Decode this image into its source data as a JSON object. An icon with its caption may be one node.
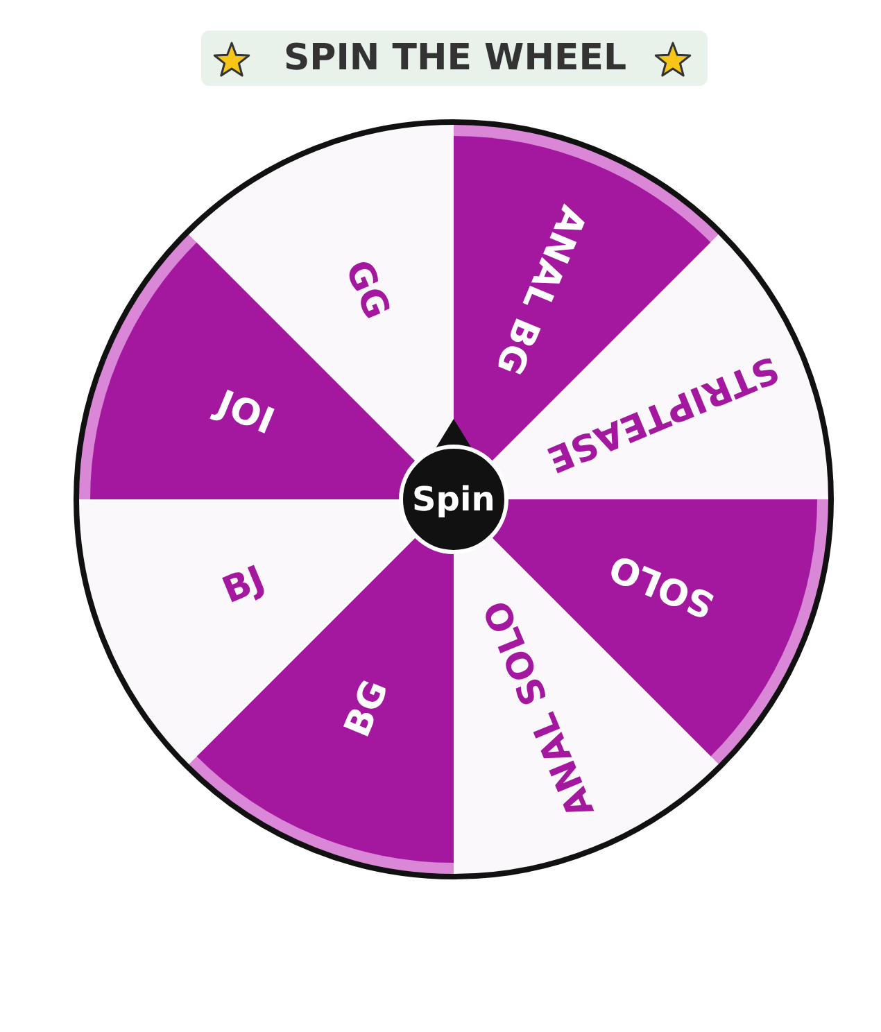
{
  "diagram": {
    "title": "SPIN THE WHEEL",
    "nodes": [
      {
        "text": [
          "ANAL BG"
        ]
      },
      {
        "text": [
          "STRIPTEASE"
        ]
      },
      {
        "text": [
          "SOLO"
        ]
      },
      {
        "text": [
          "ANAL SOLO"
        ]
      },
      {
        "text": [
          "BG"
        ]
      },
      {
        "text": [
          "BJ"
        ]
      },
      {
        "text": [
          "JOI"
        ]
      },
      {
        "text": [
          "GG"
        ]
      },
      {
        "text": [
          "Spin"
        ]
      }
    ]
  }
}
